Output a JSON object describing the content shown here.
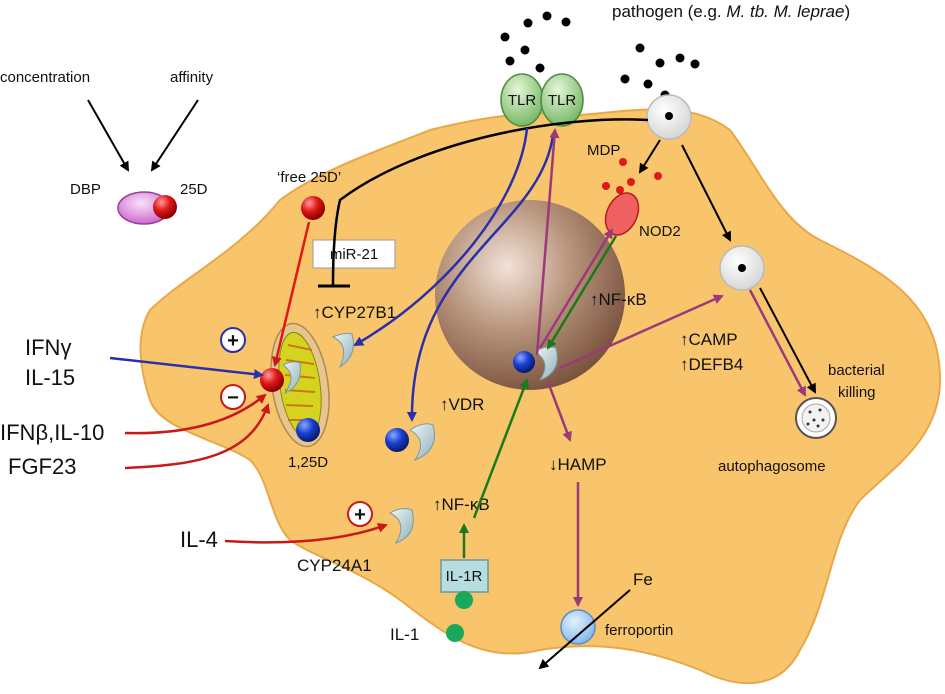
{
  "labels": {
    "pathogen_prefix": "pathogen (e.g. ",
    "pathogen_species": "M. tb. M. leprae",
    "pathogen_suffix": ")",
    "concentration": "concentration",
    "affinity": "affinity",
    "dbp": "DBP",
    "d25": "25D",
    "free25d": "‘free 25D’",
    "mir21": "miR-21",
    "cyp27b1": "CYP27B1",
    "vdr": "VDR",
    "nfkb_nucleus": "NF-κB",
    "nfkb_il1": "NF-κB",
    "mdp": "MDP",
    "nod2": "NOD2",
    "camp": "CAMP",
    "defb4": "DEFB4",
    "bacterial": "bacterial",
    "killing": "killing",
    "autophagosome": "autophagosome",
    "hamp": "HAMP",
    "fe": "Fe",
    "ferroportin": "ferroportin",
    "il1r": "IL-1R",
    "il1": "IL-1",
    "il4": "IL-4",
    "cyp24a1": "CYP24A1",
    "d125": "1,25D",
    "ifng_base": "IFN",
    "ifng_greek": "γ",
    "il15": "IL-15",
    "ifnb": "IFNβ,IL-10",
    "fgf23": "FGF23",
    "tlr1": "TLR",
    "tlr2": "TLR",
    "plus1": "+",
    "minus": "−",
    "plus2": "+",
    "up": "↑",
    "down": "↓"
  },
  "colors": {
    "cell_fill": "#f9c56c",
    "cell_stroke": "#e8a848",
    "nucleus": "#8a6048",
    "vitamin_d": "#d7141a",
    "vdr_ligand": "#1a3fbf",
    "receptor": "#c8dbe0",
    "ifn_arrow": "#2a2faa",
    "inhibit_arrow": "#c81818",
    "il1_arrow": "#1a7a1a",
    "pathway_arrow": "#9b3a7a",
    "black": "#000000",
    "tlr": "#8fcf7f",
    "dbp": "#d889d8",
    "nod2": "#f06060",
    "ferroportin": "#9cc8f0",
    "il1": "#1aa85a"
  },
  "icons": {
    "pathogen_particle": "black-dot",
    "receptor_shape": "crescent",
    "mitochondrion": "mitochondrion-icon"
  }
}
